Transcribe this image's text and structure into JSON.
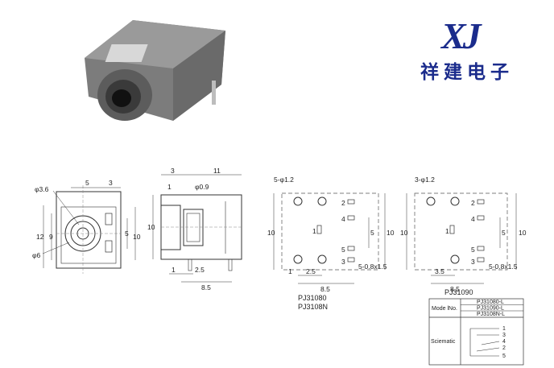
{
  "logo": {
    "latin": "XJ",
    "chinese": "祥建电子"
  },
  "views": {
    "front": {
      "dims": [
        "φ3.6",
        "5",
        "3",
        "12",
        "9",
        "5",
        "10",
        "φ6"
      ]
    },
    "side": {
      "dims": [
        "3",
        "11",
        "1",
        "φ0.9",
        "10",
        "1",
        "2.5",
        "8.5"
      ]
    },
    "pcb1": {
      "hole_label": "5-φ1.2",
      "pins": [
        "2",
        "4",
        "1",
        "5",
        "3"
      ],
      "dims": [
        "10",
        "5",
        "10",
        "1",
        "2.5",
        "8.5",
        "5-0.8x1.5"
      ],
      "caption1": "PJ31080",
      "caption2": "PJ3108N"
    },
    "pcb2": {
      "hole_label": "3-φ1.2",
      "pins": [
        "2",
        "4",
        "1",
        "5",
        "3"
      ],
      "dims": [
        "10",
        "5",
        "10",
        "3.5",
        "8.5",
        "5-0.8x1.5"
      ],
      "caption": "PJ31090"
    }
  },
  "table": {
    "mode_label": "Mode lNo.",
    "models": [
      "PJ31080-L",
      "PJ31090-L",
      "PJ3108N-L"
    ],
    "schematic_label": "Sciematic",
    "pin_numbers": [
      "1",
      "3",
      "4",
      "2",
      "5"
    ]
  }
}
